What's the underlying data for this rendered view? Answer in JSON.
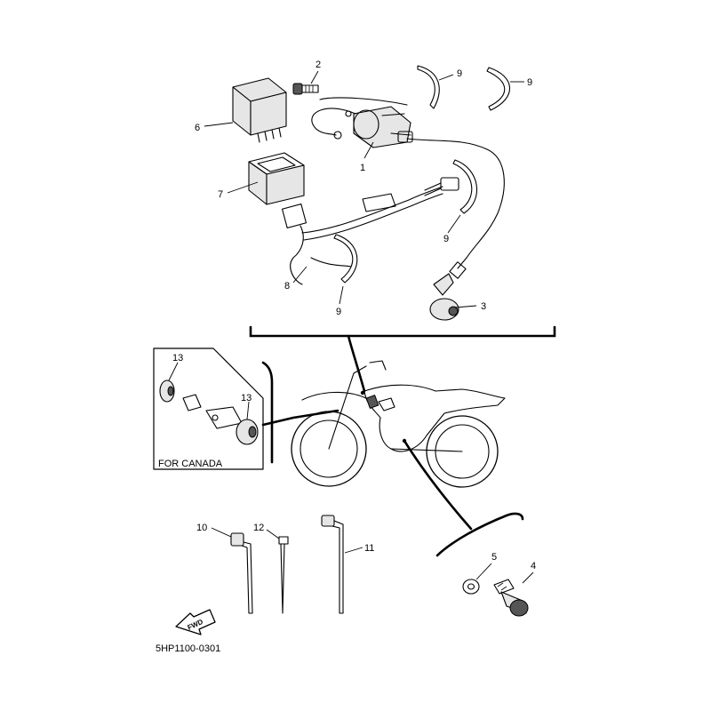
{
  "diagram": {
    "callouts": {
      "c1": "1",
      "c2": "2",
      "c3": "3",
      "c4": "4",
      "c5": "5",
      "c6": "6",
      "c7": "7",
      "c8": "8",
      "c9a": "9",
      "c9b": "9",
      "c9c": "9",
      "c9d": "9",
      "c10": "10",
      "c11": "11",
      "c12": "12",
      "c13a": "13",
      "c13b": "13"
    },
    "canada_label": "FOR CANADA",
    "fwd_label": "FWD",
    "diagram_code": "5HP1100-0301"
  }
}
